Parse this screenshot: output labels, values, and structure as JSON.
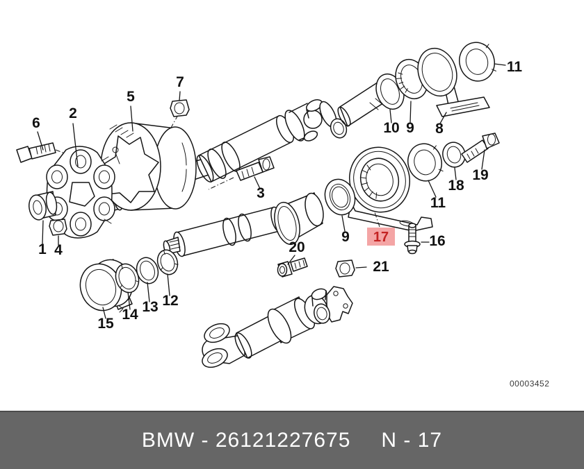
{
  "diagram": {
    "description": "BMW drive shaft / centre bearing exploded parts diagram",
    "watermark": "00003452",
    "highlighted_callout": "17",
    "callouts": {
      "c1": "1",
      "c2": "2",
      "c3": "3",
      "c4": "4",
      "c5": "5",
      "c6": "6",
      "c7": "7",
      "c8": "8",
      "c9_top": "9",
      "c9_mid": "9",
      "c10": "10",
      "c11_top": "11",
      "c11_mid": "11",
      "c12": "12",
      "c13": "13",
      "c14": "14",
      "c15": "15",
      "c16": "16",
      "c17": "17",
      "c18": "18",
      "c19": "19",
      "c20": "20",
      "c21": "21"
    }
  },
  "caption": {
    "left": "BMW - 26121227675",
    "right": "N - 17"
  },
  "colors": {
    "line": "#151515",
    "highlight_bg": "#f4a5a5",
    "highlight_fg": "#c42323",
    "caption_bg": "#666666",
    "caption_fg": "#ffffff",
    "watermark_fg": "#3a3a3a"
  }
}
